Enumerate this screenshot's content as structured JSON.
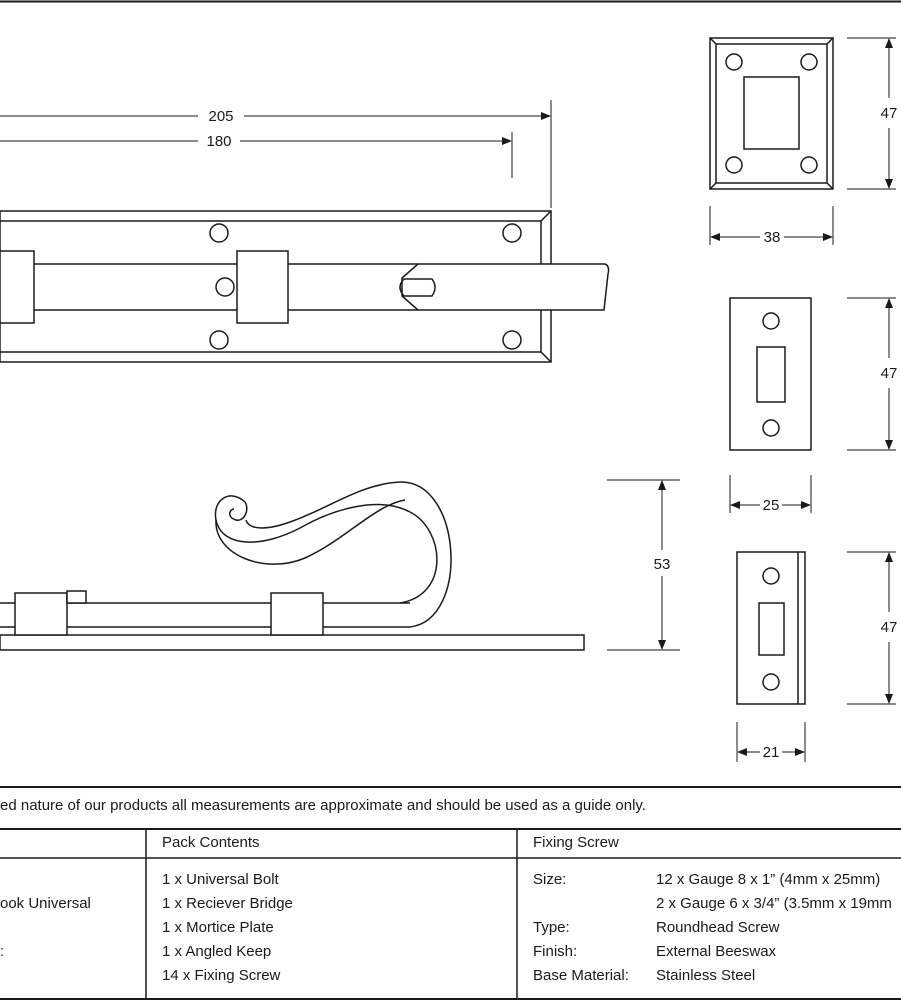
{
  "dimensions": {
    "overall_length": "205",
    "plate_length": "180",
    "bridge_height": "47",
    "bridge_width": "38",
    "mortice_height": "47",
    "mortice_width": "25",
    "handle_height": "53",
    "keep_height": "47",
    "keep_width": "21"
  },
  "note": "ed nature of our products all measurements are approximate and should be used as a guide only.",
  "spec_table": {
    "left_col": {
      "line1": "ook Universal",
      "line2": ":"
    },
    "pack_contents": {
      "header": "Pack Contents",
      "items": [
        "1 x Universal Bolt",
        "1 x Reciever Bridge",
        "1 x Mortice Plate",
        "1 x Angled Keep",
        "14 x Fixing Screw"
      ]
    },
    "fixing_screw": {
      "header": "Fixing Screw",
      "size_label": "Size:",
      "size_value_1": "12 x Gauge 8 x 1” (4mm x 25mm)",
      "size_value_2": "2 x Gauge 6 x 3/4” (3.5mm x 19mm",
      "type_label": "Type:",
      "type_value": "Roundhead Screw",
      "finish_label": "Finish:",
      "finish_value": "External Beeswax",
      "material_label": "Base Material:",
      "material_value": "Stainless Steel"
    }
  }
}
